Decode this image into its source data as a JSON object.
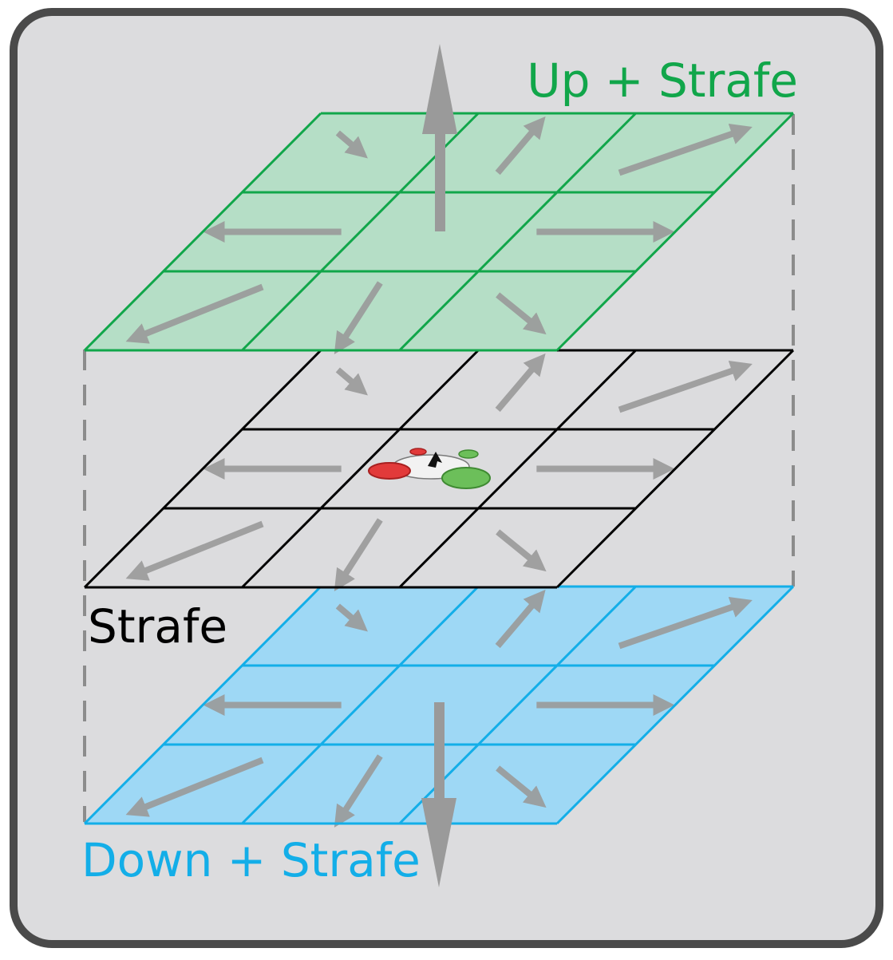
{
  "labels": {
    "top": "Up + Strafe",
    "middle": "Strafe",
    "bottom": "Down + Strafe"
  },
  "colors": {
    "frame_border": "#4a4a4a",
    "frame_fill": "#dcdcde",
    "top_stroke": "#11a64a",
    "top_fill": "#b2ddc4",
    "middle_stroke": "#000000",
    "middle_fill": "#dcdcde",
    "bottom_stroke": "#13aee8",
    "bottom_fill": "#9ed8f5",
    "arrow": "#9a9a9a",
    "dash": "#8c8c8c",
    "rotor_red": "#e23a3a",
    "rotor_green": "#6cbf5a"
  },
  "icons": {
    "vehicle": "quadcopter-icon",
    "up": "arrow-up-icon",
    "down": "arrow-down-icon"
  }
}
